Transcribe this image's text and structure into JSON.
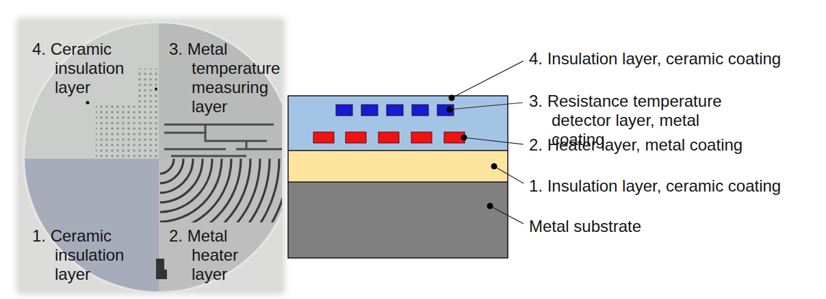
{
  "diagram": {
    "labels": [
      "4. Ceramic insulation layer",
      "3. Metal temperature measuring layer",
      "1. Ceramic insulation layer",
      "2. Metal heater layer",
      "4. Insulation layer, ceramic coating",
      "3. Resistance temperature detector layer, metal coating",
      "2. Heater layer, metal coating",
      "1. Insulation layer, ceramic coating",
      "Metal substrate"
    ]
  }
}
